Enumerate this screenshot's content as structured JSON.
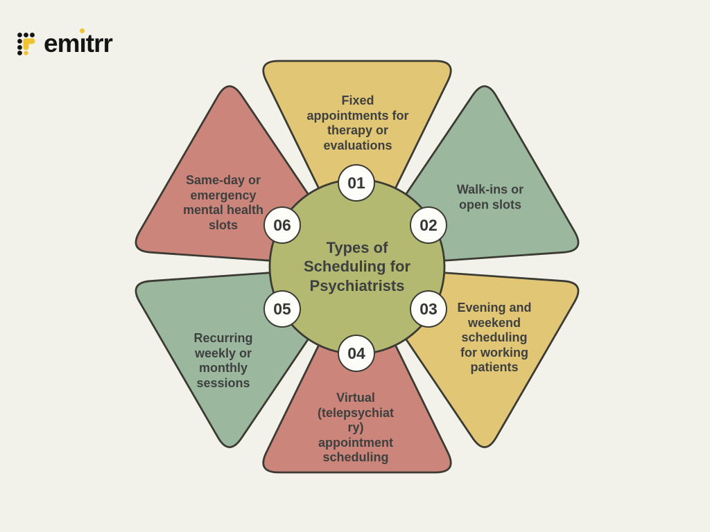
{
  "brand": {
    "name": "emitrr",
    "wordmark_pre": "em",
    "wordmark_i_body": "ı",
    "wordmark_post": "trr",
    "logo_dot_color": "#141414",
    "logo_accent_color": "#f2c230"
  },
  "colors": {
    "background": "#f2f2ea",
    "outline": "#3b3b33",
    "text": "#3e403f",
    "center_circle": "#b4b972",
    "badge_background": "#fdfdfa",
    "yellow_segment": "#e1c676",
    "sage_segment": "#9bb89e",
    "salmon_segment": "#cc857a"
  },
  "diagram": {
    "center_title": "Types of\nScheduling for\nPsychiatrists",
    "segments": [
      {
        "number": "01",
        "color": "#e1c676",
        "label": "Fixed\nappointments for\ntherapy or\nevaluations"
      },
      {
        "number": "02",
        "color": "#9bb89e",
        "label": "Walk-ins or\nopen slots"
      },
      {
        "number": "03",
        "color": "#e1c676",
        "label": "Evening and\nweekend\nscheduling\nfor working\npatients"
      },
      {
        "number": "04",
        "color": "#cc857a",
        "label": "Virtual\n(telepsychiat\nry)\nappointment\nscheduling"
      },
      {
        "number": "05",
        "color": "#9bb89e",
        "label": "Recurring\nweekly or\nmonthly\nsessions"
      },
      {
        "number": "06",
        "color": "#cc857a",
        "label": "Same-day or\nemergency\nmental health\nslots"
      }
    ]
  }
}
